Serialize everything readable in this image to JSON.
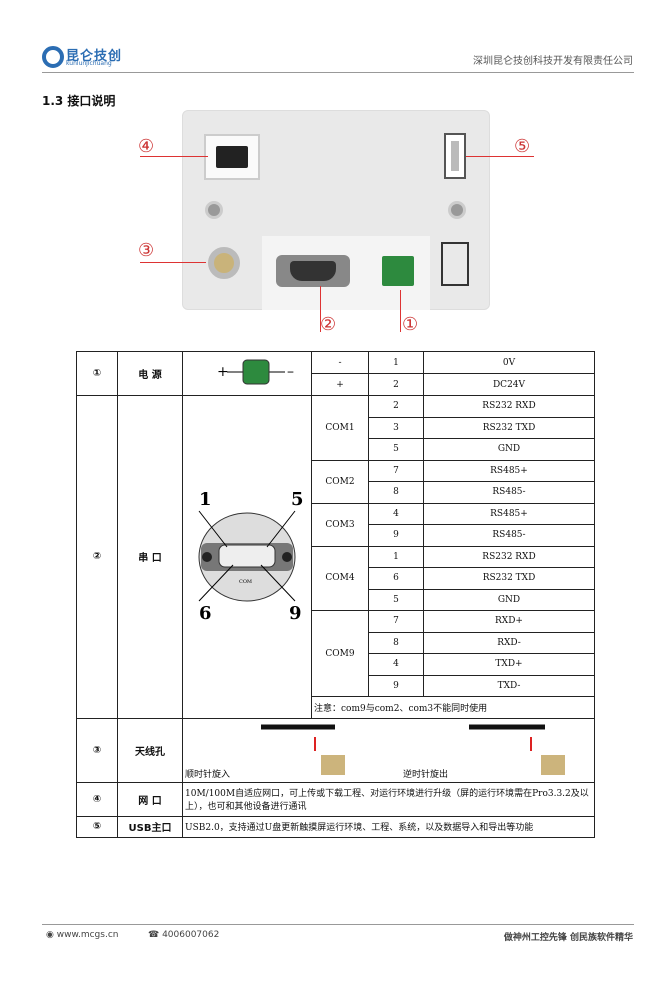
{
  "header": {
    "logo_cn": "昆仑技创",
    "logo_en": "kunlunjichuang",
    "company": "深圳昆仑技创科技开发有限责任公司"
  },
  "section_title": "1.3 接口说明",
  "photo": {
    "labels": [
      "④",
      "⑤",
      "③",
      "②",
      "①"
    ]
  },
  "table": {
    "rows": [
      {
        "num": "①",
        "name": "电 源",
        "entries": [
          [
            "-",
            "1",
            "0V"
          ],
          [
            "+",
            "2",
            "DC24V"
          ]
        ]
      },
      {
        "num": "②",
        "name": "串 口",
        "groups": [
          {
            "port": "COM1",
            "pins": [
              [
                "2",
                "RS232 RXD"
              ],
              [
                "3",
                "RS232 TXD"
              ],
              [
                "5",
                "GND"
              ]
            ]
          },
          {
            "port": "COM2",
            "pins": [
              [
                "7",
                "RS485+"
              ],
              [
                "8",
                "RS485-"
              ]
            ]
          },
          {
            "port": "COM3",
            "pins": [
              [
                "4",
                "RS485+"
              ],
              [
                "9",
                "RS485-"
              ]
            ]
          },
          {
            "port": "COM4",
            "pins": [
              [
                "1",
                "RS232 RXD"
              ],
              [
                "6",
                "RS232 TXD"
              ],
              [
                "5",
                "GND"
              ]
            ]
          },
          {
            "port": "COM9",
            "pins": [
              [
                "7",
                "RXD+"
              ],
              [
                "8",
                "RXD-"
              ],
              [
                "4",
                "TXD+"
              ],
              [
                "9",
                "TXD-"
              ]
            ]
          }
        ],
        "note": "注意：com9与com2、com3不能同时使用",
        "pin_labels": [
          "1",
          "5",
          "6",
          "9"
        ],
        "com_label": "COM"
      },
      {
        "num": "③",
        "name": "天线孔",
        "left": "顺时针旋入",
        "right": "逆时针旋出"
      },
      {
        "num": "④",
        "name": "网 口",
        "desc": "10M/100M自适应网口，可上传或下载工程、对运行环境进行升级（屏的运行环境需在Pro3.3.2及以上），也可和其他设备进行通讯"
      },
      {
        "num": "⑤",
        "name": "USB主口",
        "desc": "USB2.0，支持通过U盘更新触摸屏运行环境、工程、系统，以及数据导入和导出等功能"
      }
    ]
  },
  "footer": {
    "web": "www.mcgs.cn",
    "phone": "4006007062",
    "slogan": "做神州工控先锋 创民族软件精华"
  }
}
